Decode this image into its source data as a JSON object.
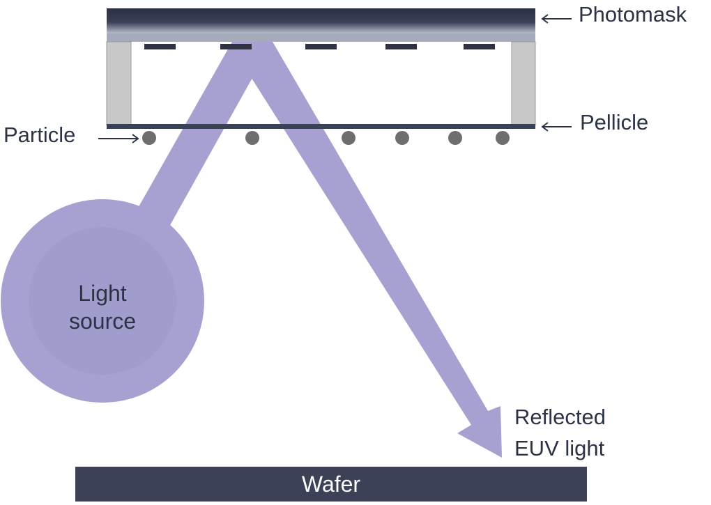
{
  "labels": {
    "photomask": "Photomask",
    "pellicle": "Pellicle",
    "particle": "Particle",
    "light_source_line1": "Light",
    "light_source_line2": "source",
    "reflected_line1": "Reflected",
    "reflected_line2": "EUV light",
    "wafer": "Wafer"
  },
  "colors": {
    "beam": "#a6a1d0",
    "source_inner": "#a09ccc",
    "mask_dark": "#2c3345",
    "mask_strip": "#a6abbb",
    "frame_gray": "#c8c8c8",
    "pellicle": "#3b4157",
    "particle": "#6e6e6e",
    "wafer": "#3c4157",
    "text": "#2c3345"
  },
  "counts": {
    "absorbers": 5,
    "particles": 6
  }
}
